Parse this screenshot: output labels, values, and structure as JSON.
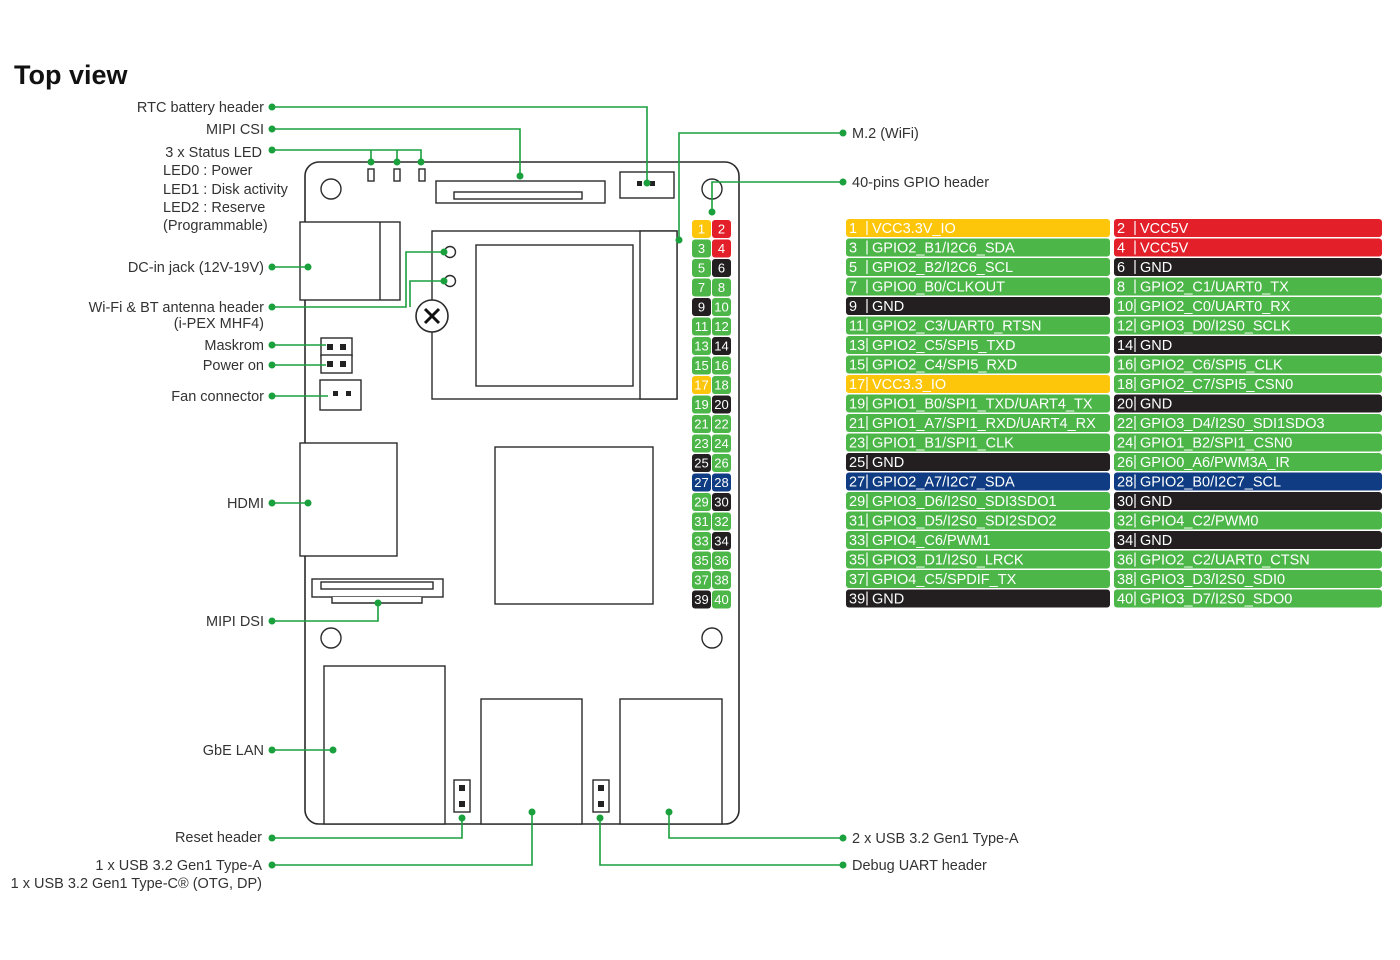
{
  "title": "Top view",
  "labels": {
    "rtc": "RTC battery header",
    "mipi_csi": "MIPI CSI",
    "status_led": "3 x Status LED",
    "led0": "LED0 : Power",
    "led1": "LED1 : Disk activity",
    "led2": "LED2 : Reserve",
    "led2_sub": "(Programmable)",
    "dc_in": "DC-in jack (12V-19V)",
    "antenna": "Wi-Fi & BT antenna header",
    "antenna_sub": "(i-PEX MHF4)",
    "maskrom": "Maskrom",
    "power_on": "Power on",
    "fan": "Fan connector",
    "hdmi": "HDMI",
    "mipi_dsi": "MIPI DSI",
    "gbe": "GbE LAN",
    "reset": "Reset header",
    "usb_a1": "1 x USB 3.2 Gen1 Type-A",
    "usb_c": "1 x USB 3.2 Gen1 Type-C® (OTG, DP)",
    "m2": "M.2 (WiFi)",
    "gpio_header": "40-pins GPIO header",
    "usb_a2": "2 x USB 3.2 Gen1 Type-A",
    "debug": "Debug UART header"
  },
  "colors": {
    "power33": "#fdc60a",
    "power5": "#e3202a",
    "gpio": "#4cb748",
    "gnd": "#231f20",
    "i2c7": "#0f3c82",
    "leader": "#1aa03d"
  },
  "pins": [
    {
      "num": "1",
      "name": "VCC3.3V_IO",
      "kind": "power33"
    },
    {
      "num": "2",
      "name": "VCC5V",
      "kind": "power5"
    },
    {
      "num": "3",
      "name": "GPIO2_B1/I2C6_SDA",
      "kind": "gpio"
    },
    {
      "num": "4",
      "name": "VCC5V",
      "kind": "power5"
    },
    {
      "num": "5",
      "name": "GPIO2_B2/I2C6_SCL",
      "kind": "gpio"
    },
    {
      "num": "6",
      "name": "GND",
      "kind": "gnd"
    },
    {
      "num": "7",
      "name": "GPIO0_B0/CLKOUT",
      "kind": "gpio"
    },
    {
      "num": "8",
      "name": "GPIO2_C1/UART0_TX",
      "kind": "gpio"
    },
    {
      "num": "9",
      "name": "GND",
      "kind": "gnd"
    },
    {
      "num": "10",
      "name": "GPIO2_C0/UART0_RX",
      "kind": "gpio"
    },
    {
      "num": "11",
      "name": "GPIO2_C3/UART0_RTSN",
      "kind": "gpio"
    },
    {
      "num": "12",
      "name": "GPIO3_D0/I2S0_SCLK",
      "kind": "gpio"
    },
    {
      "num": "13",
      "name": "GPIO2_C5/SPI5_TXD",
      "kind": "gpio"
    },
    {
      "num": "14",
      "name": "GND",
      "kind": "gnd"
    },
    {
      "num": "15",
      "name": "GPIO2_C4/SPI5_RXD",
      "kind": "gpio"
    },
    {
      "num": "16",
      "name": "GPIO2_C6/SPI5_CLK",
      "kind": "gpio"
    },
    {
      "num": "17",
      "name": "VCC3.3_IO",
      "kind": "power33"
    },
    {
      "num": "18",
      "name": "GPIO2_C7/SPI5_CSN0",
      "kind": "gpio"
    },
    {
      "num": "19",
      "name": "GPIO1_B0/SPI1_TXD/UART4_TX",
      "kind": "gpio"
    },
    {
      "num": "20",
      "name": "GND",
      "kind": "gnd"
    },
    {
      "num": "21",
      "name": "GPIO1_A7/SPI1_RXD/UART4_RX",
      "kind": "gpio"
    },
    {
      "num": "22",
      "name": "GPIO3_D4/I2S0_SDI1SDO3",
      "kind": "gpio"
    },
    {
      "num": "23",
      "name": "GPIO1_B1/SPI1_CLK",
      "kind": "gpio"
    },
    {
      "num": "24",
      "name": "GPIO1_B2/SPI1_CSN0",
      "kind": "gpio"
    },
    {
      "num": "25",
      "name": "GND",
      "kind": "gnd"
    },
    {
      "num": "26",
      "name": "GPIO0_A6/PWM3A_IR",
      "kind": "gpio"
    },
    {
      "num": "27",
      "name": "GPIO2_A7/I2C7_SDA",
      "kind": "i2c7"
    },
    {
      "num": "28",
      "name": "GPIO2_B0/I2C7_SCL",
      "kind": "i2c7"
    },
    {
      "num": "29",
      "name": "GPIO3_D6/I2S0_SDI3SDO1",
      "kind": "gpio"
    },
    {
      "num": "30",
      "name": "GND",
      "kind": "gnd"
    },
    {
      "num": "31",
      "name": "GPIO3_D5/I2S0_SDI2SDO2",
      "kind": "gpio"
    },
    {
      "num": "32",
      "name": "GPIO4_C2/PWM0",
      "kind": "gpio"
    },
    {
      "num": "33",
      "name": "GPIO4_C6/PWM1",
      "kind": "gpio"
    },
    {
      "num": "34",
      "name": "GND",
      "kind": "gnd"
    },
    {
      "num": "35",
      "name": "GPIO3_D1/I2S0_LRCK",
      "kind": "gpio"
    },
    {
      "num": "36",
      "name": "GPIO2_C2/UART0_CTSN",
      "kind": "gpio"
    },
    {
      "num": "37",
      "name": "GPIO4_C5/SPDIF_TX",
      "kind": "gpio"
    },
    {
      "num": "38",
      "name": "GPIO3_D3/I2S0_SDI0",
      "kind": "gpio"
    },
    {
      "num": "39",
      "name": "GND",
      "kind": "gnd"
    },
    {
      "num": "40",
      "name": "GPIO3_D7/I2S0_SDO0",
      "kind": "gpio"
    }
  ]
}
